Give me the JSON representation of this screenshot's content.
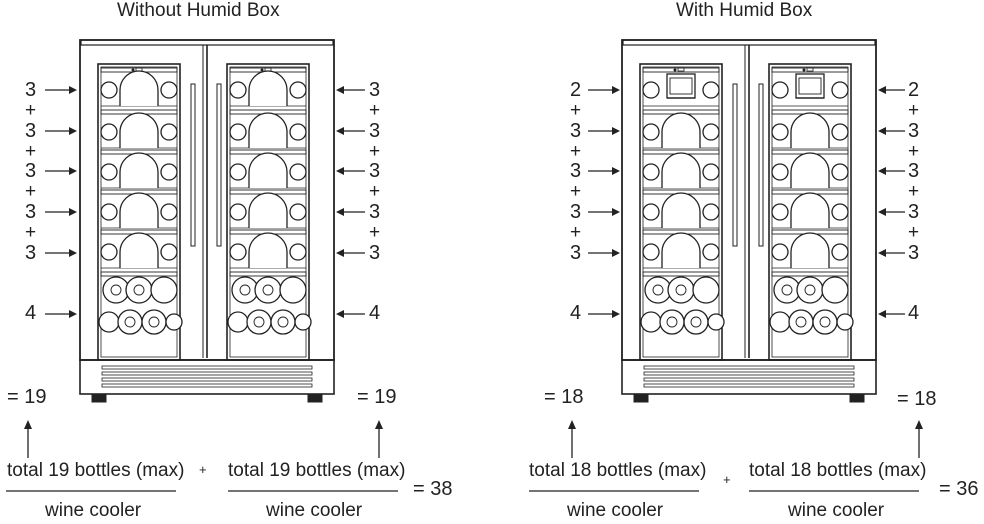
{
  "left": {
    "title": "Without Humid Box",
    "left_counts": [
      "3",
      "3",
      "3",
      "3",
      "3",
      "4"
    ],
    "right_counts": [
      "3",
      "3",
      "3",
      "3",
      "3",
      "4"
    ],
    "plus": "+",
    "sum_left": "= 19",
    "sum_right": "= 19",
    "total_a": "total 19 bottles (max)",
    "total_b": "total 19 bottles (max)",
    "label_a": "wine cooler",
    "label_b": "wine cooler",
    "combined": "= 38"
  },
  "right": {
    "title": "With Humid Box",
    "left_counts": [
      "2",
      "3",
      "3",
      "3",
      "3",
      "4"
    ],
    "right_counts": [
      "2",
      "3",
      "3",
      "3",
      "3",
      "4"
    ],
    "plus": "+",
    "sum_left": "= 18",
    "sum_right": "= 18",
    "total_a": "total 18 bottles (max)",
    "total_b": "total 18 bottles (max)",
    "label_a": "wine cooler",
    "label_b": "wine cooler",
    "combined": "= 36"
  }
}
